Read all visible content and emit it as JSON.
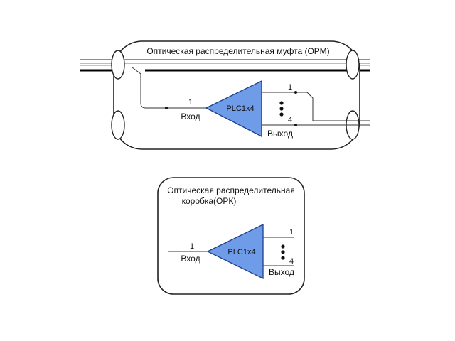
{
  "colors": {
    "splitter_fill": "#6f9ce8",
    "splitter_stroke": "#1e3f8a",
    "cable_green": "#2f8f3a",
    "cable_tan": "#c9a65a"
  },
  "muft": {
    "title": "Оптическая распределительная муфта (ОРМ)",
    "splitter_label": "PLC1x4",
    "input_number": "1",
    "input_label": "Вход",
    "output_first_number": "1",
    "output_last_number": "4",
    "output_label": "Выход"
  },
  "box": {
    "title_line1": "Оптическая распределительная",
    "title_line2": "коробка(ОРК)",
    "splitter_label": "PLC1x4",
    "input_number": "1",
    "input_label": "Вход",
    "output_first_number": "1",
    "output_last_number": "4",
    "output_label": "Выход"
  }
}
